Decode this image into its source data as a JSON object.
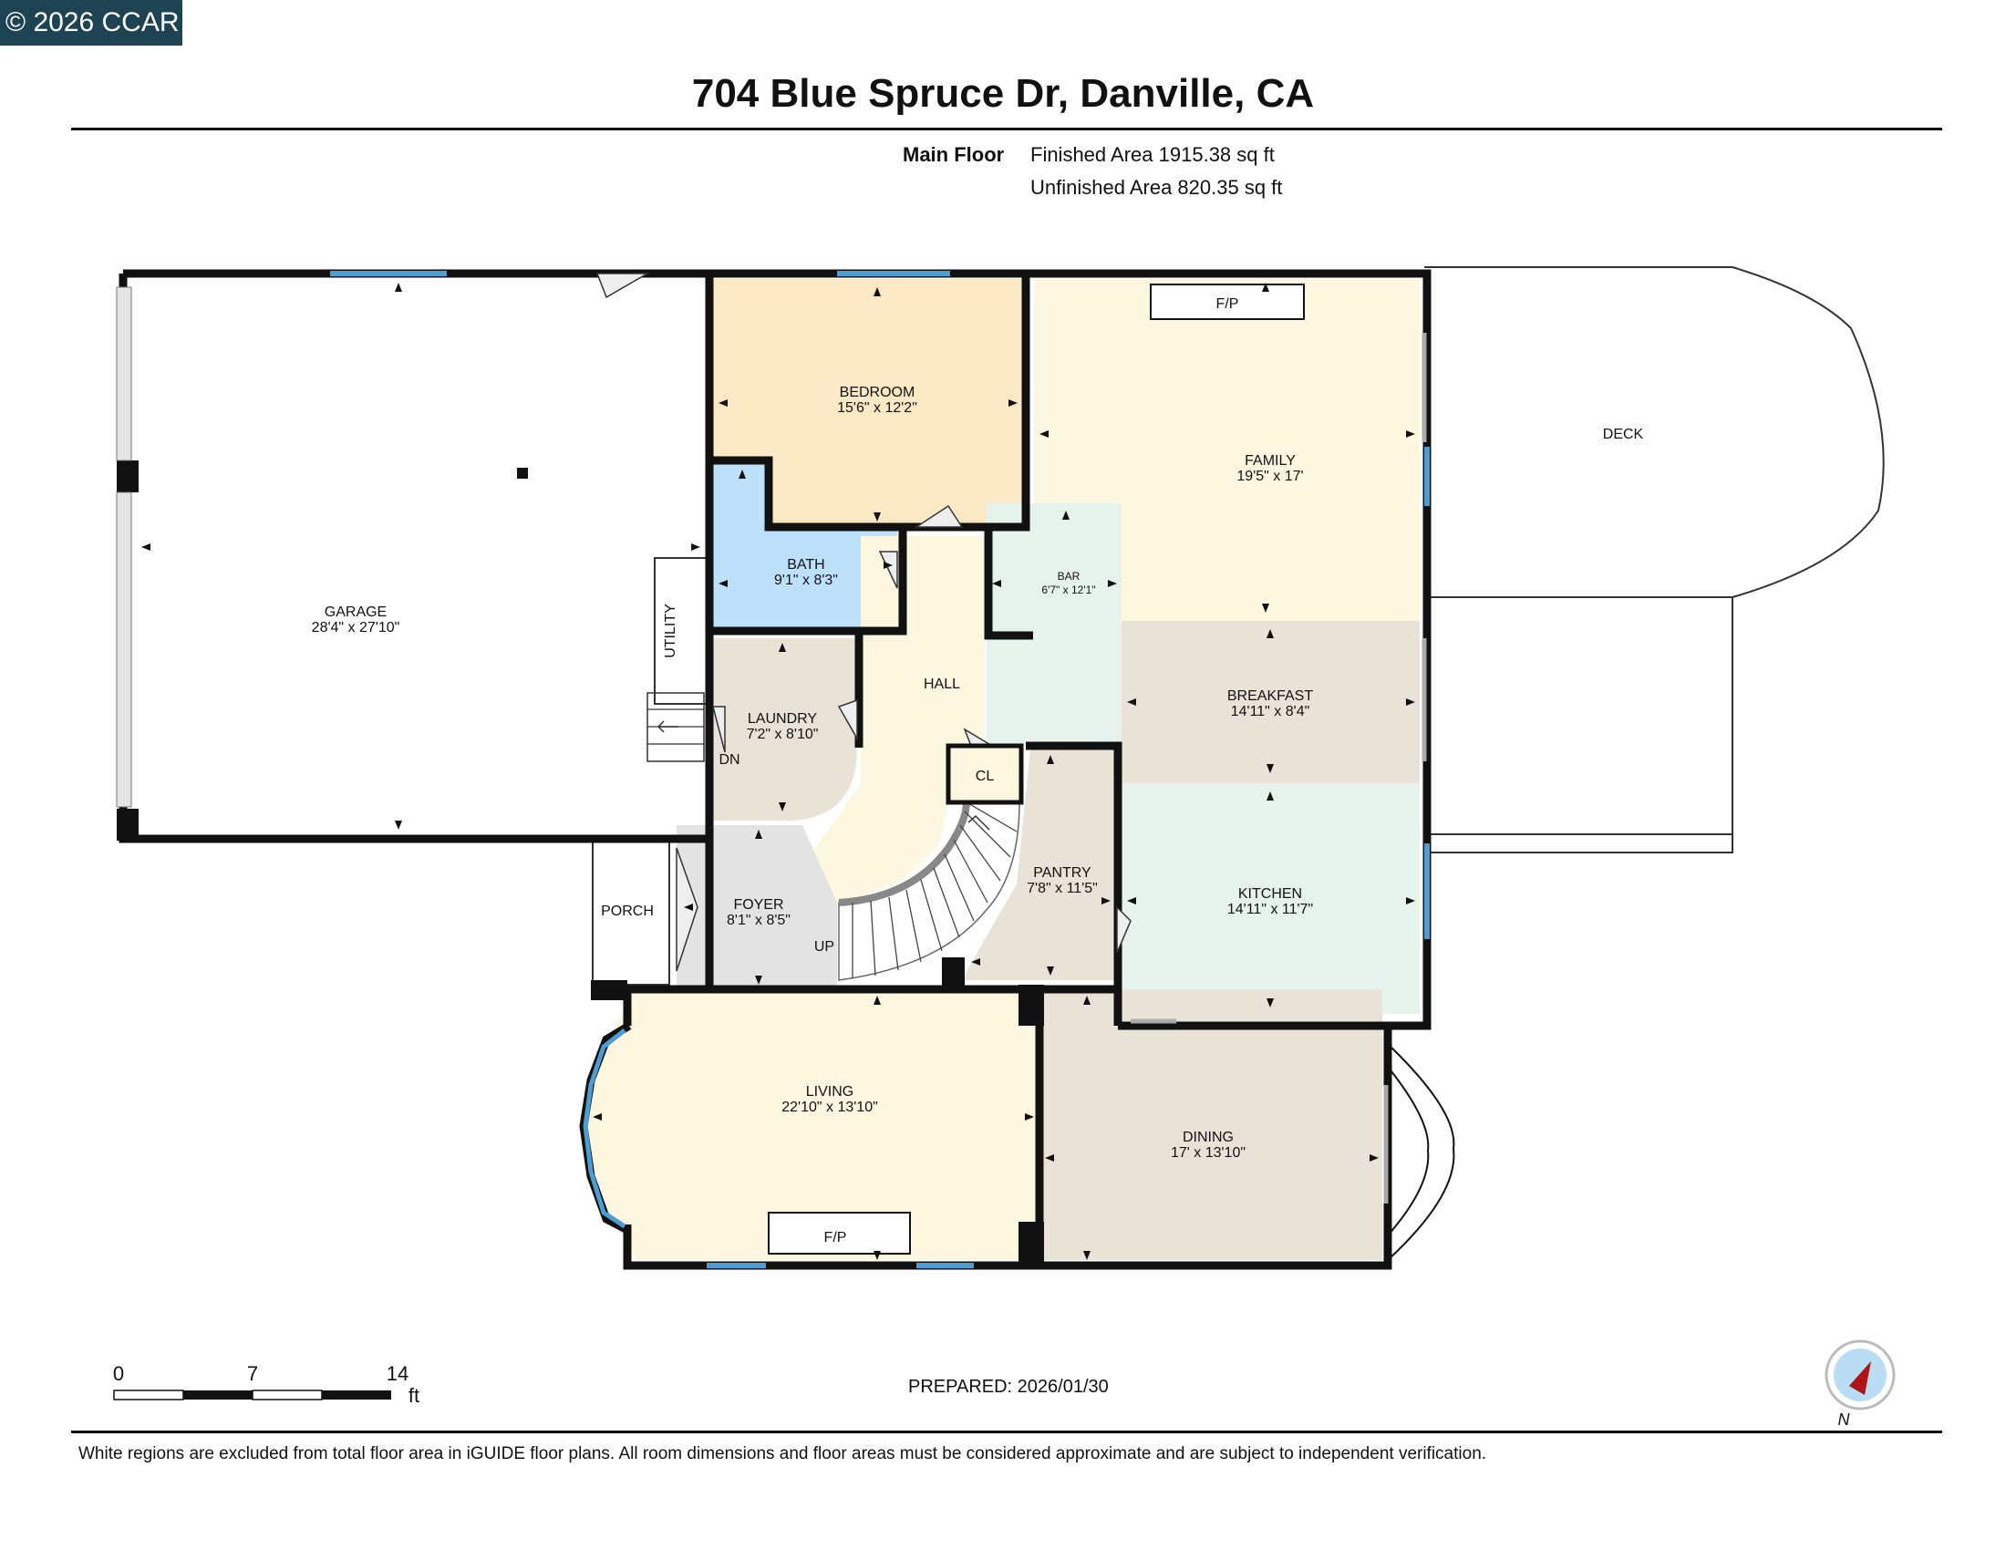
{
  "watermark": "© 2026 CCAR",
  "title": "704 Blue Spruce Dr, Danville, CA",
  "floor_label": "Main Floor",
  "finished_area": "Finished Area 1915.38 sq ft",
  "unfinished_area": "Unfinished Area 820.35 sq ft",
  "colors": {
    "wall": "#111111",
    "window": "#4d9dd0",
    "bedroom": "#fbe8c4",
    "bath": "#bde0fb",
    "family": "#fdf7e0",
    "breakfast": "#e9e2d6",
    "kitchen": "#e6f2ec",
    "bar": "#e6f2ec",
    "hall": "#fdf7e0",
    "laundry": "#e9e2d6",
    "foyer": "#e3e3e3",
    "pantry": "#e9e2d6",
    "living": "#fdf7e0",
    "dining": "#e9e2d6"
  },
  "rooms": {
    "garage": {
      "name": "GARAGE",
      "dims": "28'4\" x 27'10\""
    },
    "bedroom": {
      "name": "BEDROOM",
      "dims": "15'6\" x 12'2\""
    },
    "bath": {
      "name": "BATH",
      "dims": "9'1\" x 8'3\""
    },
    "family": {
      "name": "FAMILY",
      "dims": "19'5\" x 17'"
    },
    "bar": {
      "name": "BAR",
      "dims": "6'7\" x 12'1\""
    },
    "breakfast": {
      "name": "BREAKFAST",
      "dims": "14'11\" x 8'4\""
    },
    "kitchen": {
      "name": "KITCHEN",
      "dims": "14'11\" x 11'7\""
    },
    "laundry": {
      "name": "LAUNDRY",
      "dims": "7'2\" x 8'10\""
    },
    "foyer": {
      "name": "FOYER",
      "dims": "8'1\" x 8'5\""
    },
    "pantry": {
      "name": "PANTRY",
      "dims": "7'8\" x 11'5\""
    },
    "living": {
      "name": "LIVING",
      "dims": "22'10\" x 13'10\""
    },
    "dining": {
      "name": "DINING",
      "dims": "17' x 13'10\""
    }
  },
  "labels": {
    "hall": "HALL",
    "utility": "UTILITY",
    "porch": "PORCH",
    "deck": "DECK",
    "closet": "CL",
    "fireplace_family": "F/P",
    "fireplace_living": "F/P",
    "stairs_down": "DN",
    "stairs_up": "UP"
  },
  "scale_bar": {
    "tick_labels": [
      "0",
      "7",
      "14"
    ],
    "unit": "ft"
  },
  "compass_label": "N",
  "prepared": "PREPARED: 2026/01/30",
  "disclaimer": "White regions are excluded from total floor area in iGUIDE floor plans. All room dimensions and floor areas must be considered approximate and are subject to independent verification."
}
